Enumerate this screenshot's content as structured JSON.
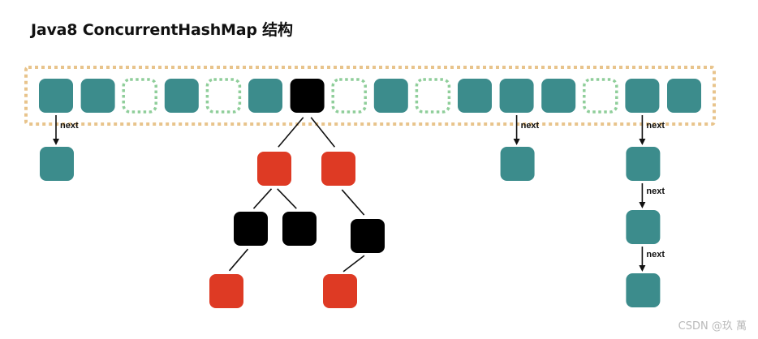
{
  "title": "Java8 ConcurrentHashMap 结构",
  "watermark": "CSDN @玖 萬",
  "colors": {
    "bucket_fill": "#3c8c8c",
    "empty_bucket_stroke": "#8fce9a",
    "array_border": "#e8c48c",
    "red_node": "#de3a24",
    "black_node": "#000000",
    "edge": "#111111"
  },
  "array": {
    "buckets": [
      {
        "state": "filled"
      },
      {
        "state": "filled"
      },
      {
        "state": "empty"
      },
      {
        "state": "filled"
      },
      {
        "state": "empty"
      },
      {
        "state": "filled"
      },
      {
        "state": "black-root"
      },
      {
        "state": "empty"
      },
      {
        "state": "filled"
      },
      {
        "state": "empty"
      },
      {
        "state": "filled"
      },
      {
        "state": "filled"
      },
      {
        "state": "filled"
      },
      {
        "state": "empty"
      },
      {
        "state": "filled"
      },
      {
        "state": "filled"
      }
    ]
  },
  "linked_lists": [
    {
      "bucket_index": 0,
      "label": "next",
      "length": 1
    },
    {
      "bucket_index": 11,
      "label": "next",
      "length": 1
    },
    {
      "bucket_index": 14,
      "label": "next",
      "length": 3
    }
  ],
  "red_black_tree": {
    "bucket_index": 6,
    "nodes": [
      {
        "id": "n1",
        "color": "red",
        "level": 1,
        "parent": "root"
      },
      {
        "id": "n2",
        "color": "red",
        "level": 1,
        "parent": "root"
      },
      {
        "id": "n3",
        "color": "black",
        "level": 2,
        "parent": "n1"
      },
      {
        "id": "n4",
        "color": "black",
        "level": 2,
        "parent": "n1"
      },
      {
        "id": "n5",
        "color": "black",
        "level": 2,
        "parent": "n2"
      },
      {
        "id": "n6",
        "color": "red",
        "level": 3,
        "parent": "n3"
      },
      {
        "id": "n7",
        "color": "red",
        "level": 3,
        "parent": "n5"
      }
    ]
  }
}
